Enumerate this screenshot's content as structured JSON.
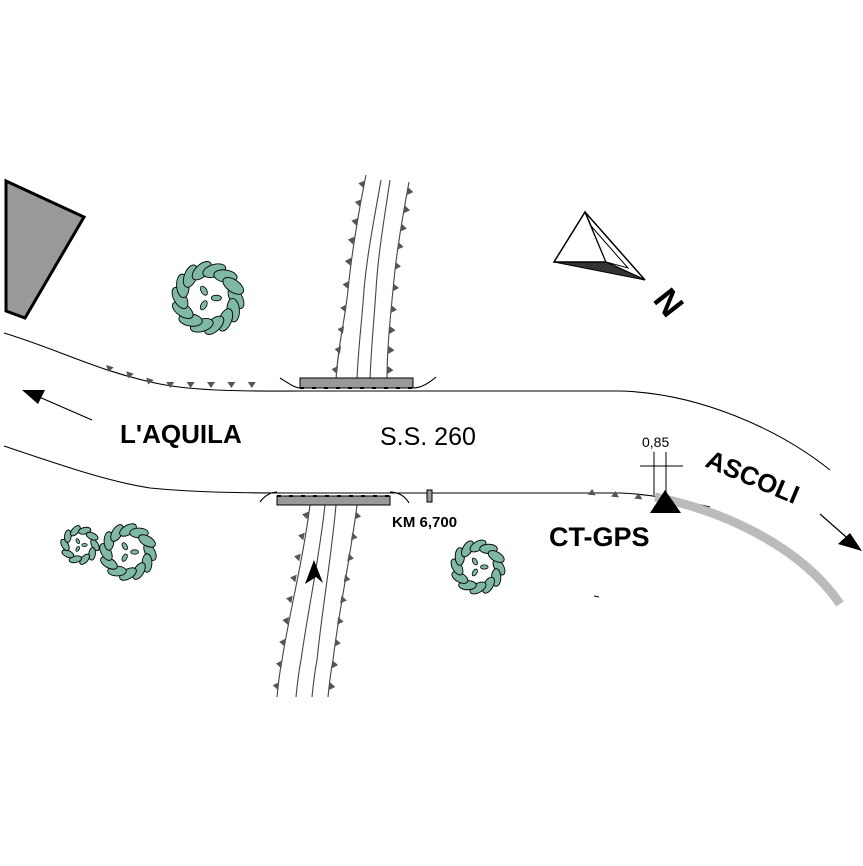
{
  "labels": {
    "city_west": "L'AQUILA",
    "road": "S.S. 260",
    "city_east": "ASCOLI",
    "km_marker": "KM 6,700",
    "station": "CT-GPS",
    "dimension": "0,85",
    "north": "N"
  },
  "colors": {
    "building": "#999999",
    "tree_leaf": "#7fb9a5",
    "bridge": "#999999",
    "shoulder": "#bbbbbb",
    "ink": "#000000"
  },
  "icons": [
    "north-arrow-icon",
    "tree-icon",
    "gps-station-triangle-icon",
    "direction-arrow-icon"
  ]
}
